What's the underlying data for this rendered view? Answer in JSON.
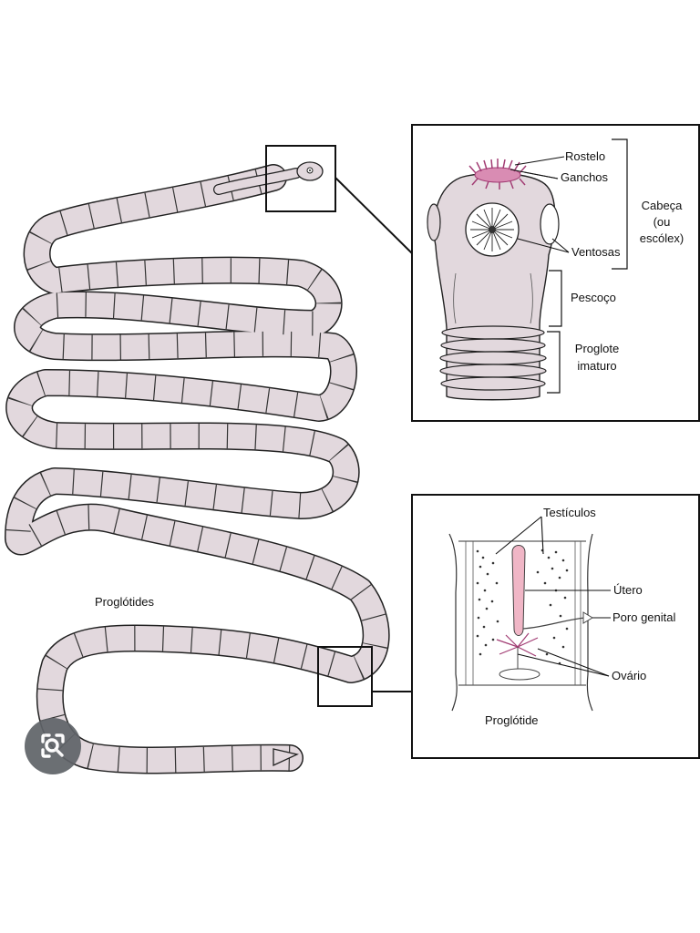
{
  "labels": {
    "rostelo": "Rostelo",
    "ganchos": "Ganchos",
    "cabeca_1": "Cabeça",
    "cabeca_2": "(ou",
    "cabeca_3": "escólex)",
    "ventosas": "Ventosas",
    "pescoco": "Pescoço",
    "proglote_1": "Proglote",
    "proglote_2": "imaturo",
    "testiculos": "Testículos",
    "utero": "Útero",
    "poro_genital": "Poro genital",
    "ovario": "Ovário",
    "proglotide": "Proglótide",
    "proglotides": "Proglótides"
  },
  "colors": {
    "body_fill": "#e2d8dd",
    "stroke": "#222222",
    "hooks": "#a23d74",
    "uterus": "#f0b6c6"
  },
  "icons": {
    "lens": "image-search-lens-icon"
  }
}
